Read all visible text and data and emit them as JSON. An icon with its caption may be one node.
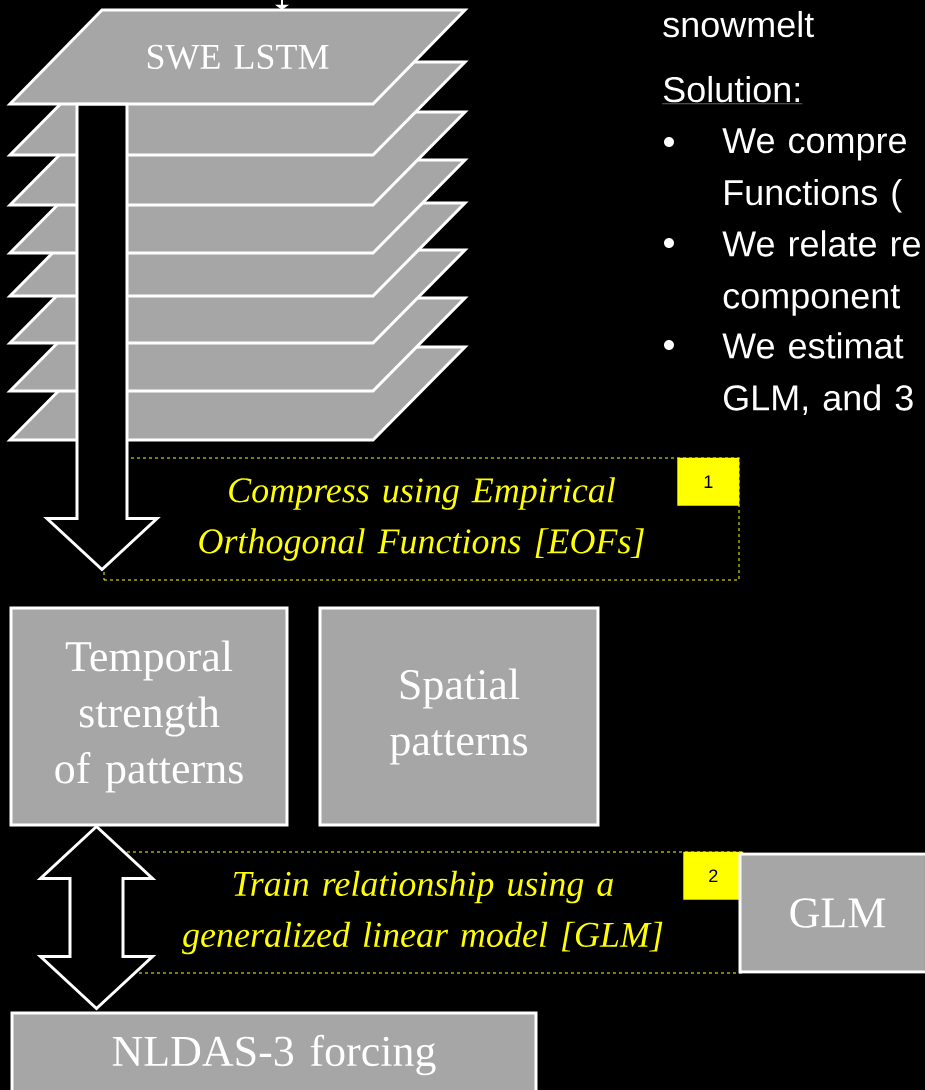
{
  "diagram": {
    "nodes": [
      {
        "text": [
          "SWE LSTM"
        ]
      },
      {
        "text": [],
        "shape": "parallelogram"
      },
      {
        "text": [],
        "shape": "parallelogram"
      },
      {
        "text": [],
        "shape": "parallelogram"
      },
      {
        "text": [],
        "shape": "parallelogram"
      },
      {
        "text": [],
        "shape": "parallelogram"
      },
      {
        "text": [],
        "shape": "parallelogram"
      },
      {
        "text": [],
        "shape": "parallelogram"
      },
      {
        "text": [
          "Compress using Empirical Orthogonal Functions [EOFs]"
        ]
      },
      {
        "text": [
          "1"
        ],
        "in": 8
      },
      {
        "text": [
          "Temporal strength of patterns"
        ]
      },
      {
        "text": [
          "Spatial patterns"
        ]
      },
      {
        "text": [
          "Train relationship using a generalized linear model [GLM]"
        ]
      },
      {
        "text": [
          "2"
        ],
        "in": 12
      },
      {
        "text": [
          "GLM"
        ]
      },
      {
        "text": [
          "NLDAS-3 forcing"
        ]
      }
    ],
    "edges": [
      {
        "from": null,
        "to": 0,
        "arrow": "to"
      },
      {
        "from": 0,
        "to": 10,
        "arrow": "to"
      },
      {
        "from": 10,
        "to": 15,
        "arrow": "both"
      }
    ],
    "labels": [
      "snowmelt",
      "Solution:",
      "We compre Functions (",
      "We relate re component",
      "We estimat GLM, and 3"
    ]
  }
}
